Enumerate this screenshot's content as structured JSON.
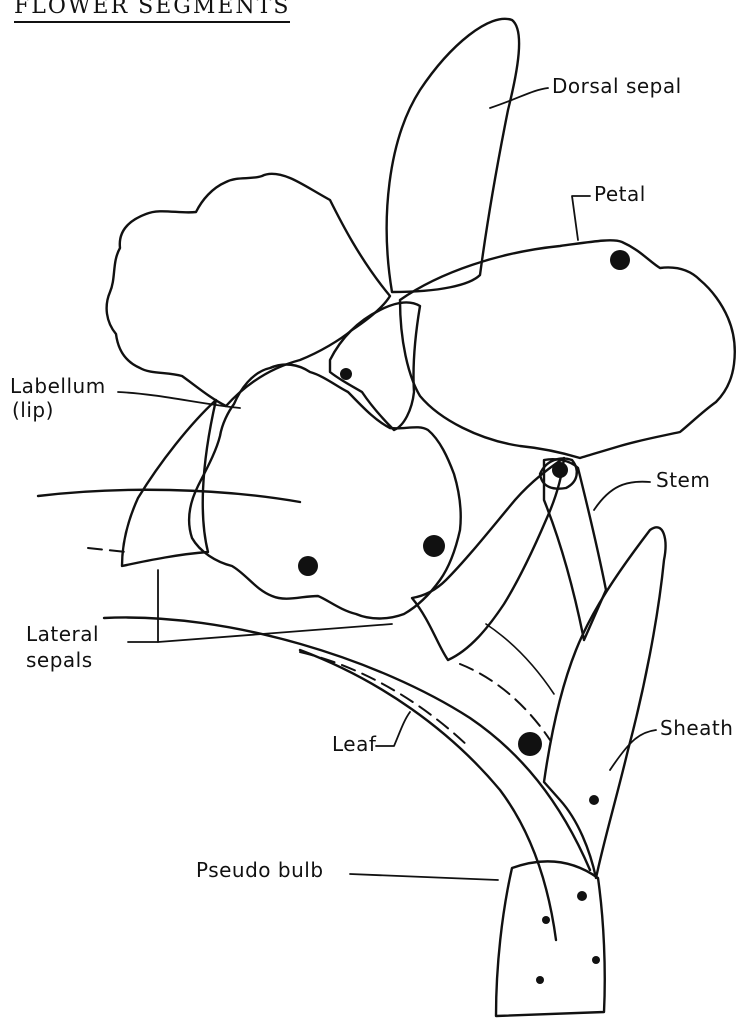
{
  "title": "FLOWER SEGMENTS",
  "labels": {
    "dorsal_sepal": "Dorsal sepal",
    "petal": "Petal",
    "labellum_line1": "Labellum",
    "labellum_line2": "(lip)",
    "stem": "Stem",
    "lateral_line1": "Lateral",
    "lateral_line2": "sepals",
    "sheath": "Sheath",
    "leaf": "Leaf",
    "pseudo_bulb": "Pseudo bulb"
  }
}
